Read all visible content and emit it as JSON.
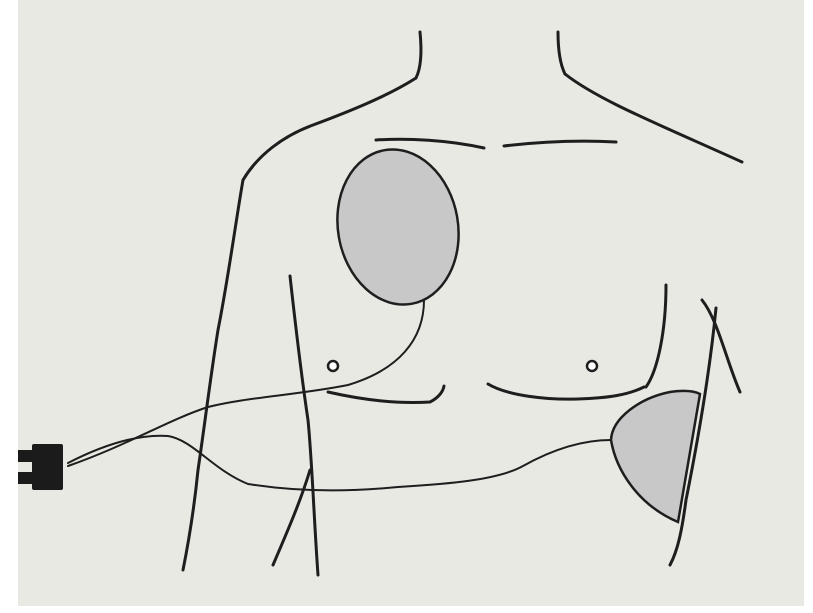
{
  "figure": {
    "subject": "defibrillator-pad-placement",
    "colors": {
      "paper": "#e9e9e4",
      "line": "#1e1e1e",
      "pad_fill": "#c8c8c8",
      "connector": "#1b1b1b",
      "margin": "#ffffff"
    },
    "pads": [
      {
        "id": "pad-upper-right-chest",
        "shape": "ellipse"
      },
      {
        "id": "pad-lower-left-side",
        "shape": "half-round"
      }
    ],
    "connector": {
      "id": "plug",
      "pins": 2
    }
  }
}
